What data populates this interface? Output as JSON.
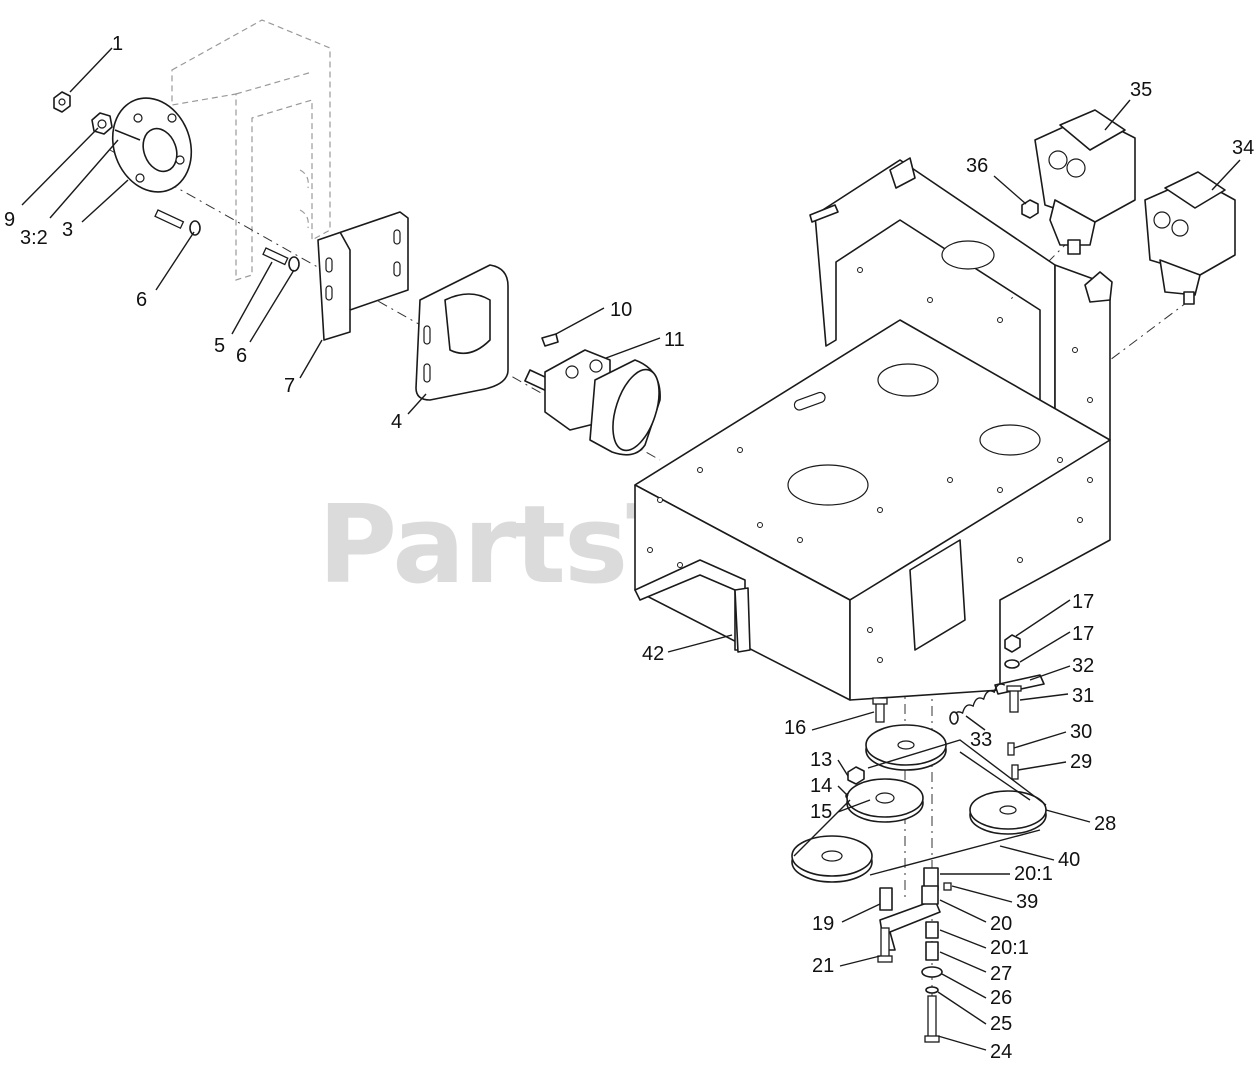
{
  "watermark": {
    "brand": "PartsTree",
    "mark": "™"
  },
  "callouts": [
    {
      "id": "c1",
      "label": "1"
    },
    {
      "id": "c9",
      "label": "9"
    },
    {
      "id": "c32b",
      "label": "3:2"
    },
    {
      "id": "c3",
      "label": "3"
    },
    {
      "id": "c6a",
      "label": "6"
    },
    {
      "id": "c5",
      "label": "5"
    },
    {
      "id": "c6b",
      "label": "6"
    },
    {
      "id": "c7",
      "label": "7"
    },
    {
      "id": "c4",
      "label": "4"
    },
    {
      "id": "c10",
      "label": "10"
    },
    {
      "id": "c11",
      "label": "11"
    },
    {
      "id": "c35",
      "label": "35"
    },
    {
      "id": "c34",
      "label": "34"
    },
    {
      "id": "c36",
      "label": "36"
    },
    {
      "id": "c42",
      "label": "42"
    },
    {
      "id": "c17a",
      "label": "17"
    },
    {
      "id": "c17b",
      "label": "17"
    },
    {
      "id": "c32",
      "label": "32"
    },
    {
      "id": "c31",
      "label": "31"
    },
    {
      "id": "c33",
      "label": "33"
    },
    {
      "id": "c16",
      "label": "16"
    },
    {
      "id": "c30",
      "label": "30"
    },
    {
      "id": "c13",
      "label": "13"
    },
    {
      "id": "c29",
      "label": "29"
    },
    {
      "id": "c14",
      "label": "14"
    },
    {
      "id": "c15",
      "label": "15"
    },
    {
      "id": "c28",
      "label": "28"
    },
    {
      "id": "c40",
      "label": "40"
    },
    {
      "id": "c201a",
      "label": "20:1"
    },
    {
      "id": "c39",
      "label": "39"
    },
    {
      "id": "c19",
      "label": "19"
    },
    {
      "id": "c20",
      "label": "20"
    },
    {
      "id": "c201b",
      "label": "20:1"
    },
    {
      "id": "c21",
      "label": "21"
    },
    {
      "id": "c27",
      "label": "27"
    },
    {
      "id": "c26",
      "label": "26"
    },
    {
      "id": "c25",
      "label": "25"
    },
    {
      "id": "c24",
      "label": "24"
    }
  ]
}
